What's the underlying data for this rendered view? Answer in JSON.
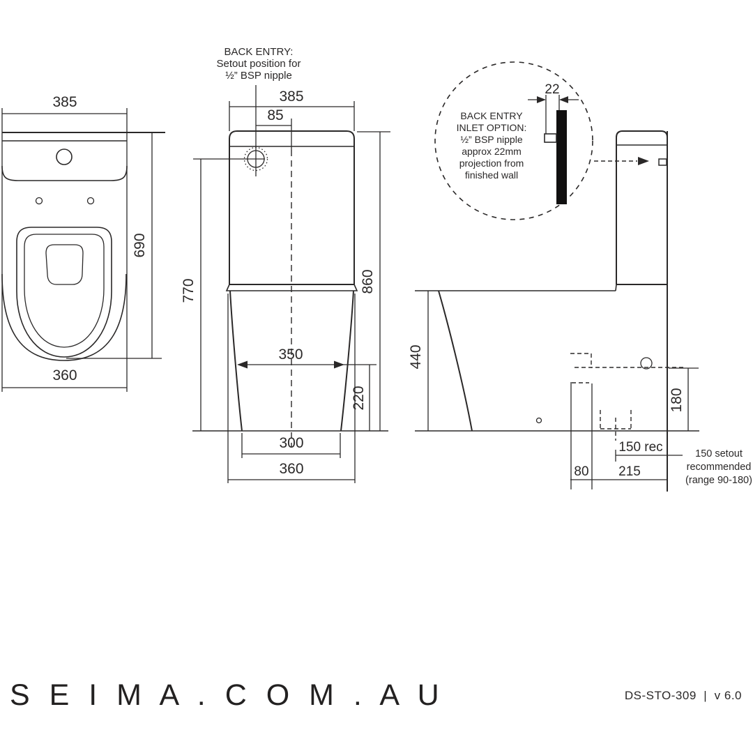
{
  "colors": {
    "ink": "#2a2828",
    "bg": "#ffffff"
  },
  "top_view": {
    "dim_cistern_width": "385",
    "dim_depth": "690",
    "dim_pan_width": "360"
  },
  "front_view": {
    "note_line1": "BACK ENTRY:",
    "note_line2": "Setout position for",
    "note_line3": "½” BSP nipple",
    "dim_cistern_width": "385",
    "dim_inlet_offset": "85",
    "dim_inlet_height": "770",
    "dim_overall_height": "860",
    "dim_pan_mid_width": "350",
    "dim_pan_mid_height": "220",
    "dim_base_width": "300",
    "dim_pan_width": "360"
  },
  "detail_view": {
    "note_line1": "BACK ENTRY",
    "note_line2": "INLET OPTION:",
    "note_line3": "½” BSP nipple",
    "note_line4": "approx 22mm",
    "note_line5": "projection from",
    "note_line6": "finished wall",
    "dim_projection": "22"
  },
  "side_view": {
    "dim_pan_height": "440",
    "dim_inlet_height": "180",
    "dim_setout_rec": "150 rec",
    "dim_back_offset": "80",
    "dim_trap_offset": "215",
    "note_line1": "150 setout",
    "note_line2": "recommended",
    "note_line3": "(range 90-180)"
  },
  "footer": {
    "site": "S E I M A . C O M . A U",
    "doc_code": "DS-STO-309",
    "separator": "|",
    "version": "v 6.0"
  }
}
